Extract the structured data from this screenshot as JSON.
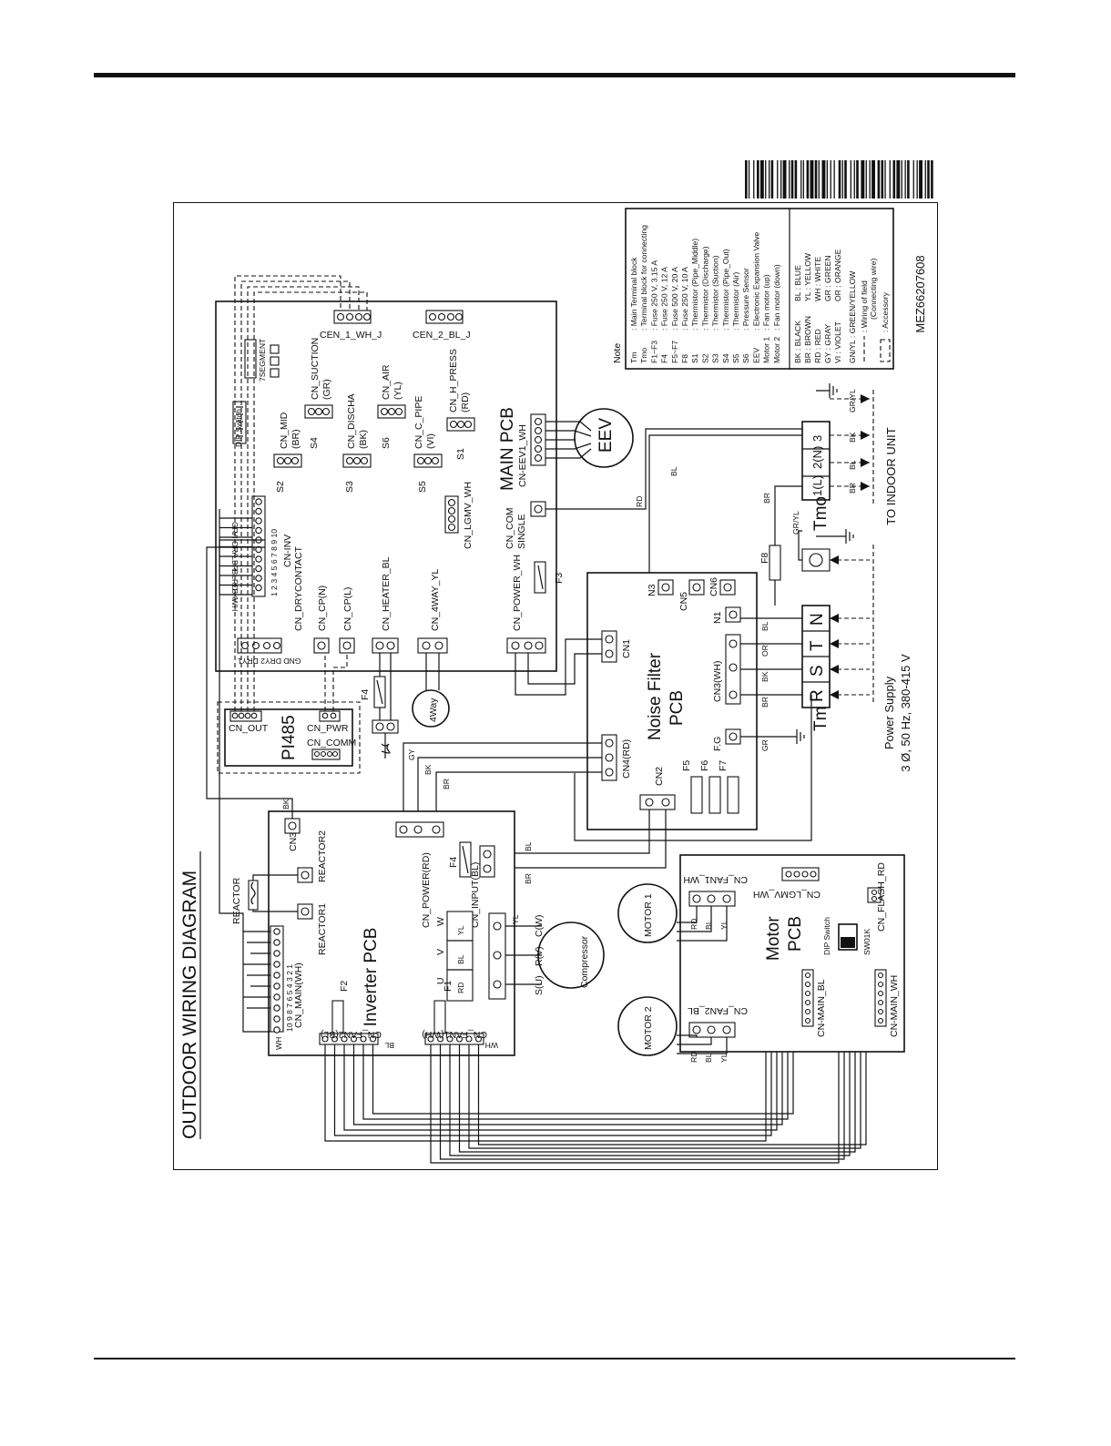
{
  "page": {
    "title": "OUTDOOR WIRING DIAGRAM",
    "part_number": "MEZ66207608"
  },
  "boards": {
    "main_pcb": "MAIN PCB",
    "noise_filter": [
      "Noise Filter",
      "PCB"
    ],
    "inverter": "Inverter PCB",
    "motor": [
      "Motor",
      "PCB"
    ],
    "pi485": "PI485"
  },
  "main_pcb_connectors": {
    "cen1": "CEN_1_WH_J",
    "cen2": "CEN_2_BL_J",
    "seven_segment": "7SEGMENT",
    "dip_switch": "DIP Switch",
    "cn_mid": [
      "CN_MID",
      "(BR)"
    ],
    "cn_suction": [
      "CN_SUCTION",
      "(GR)"
    ],
    "cn_discha": [
      "CN_DISCHA",
      "(BK)"
    ],
    "cn_air": [
      "CN_AIR",
      "(YL)"
    ],
    "cn_c_pipe": [
      "CN_C_PIPE",
      "(VI)"
    ],
    "cn_h_press": [
      "CN_H_PRESS",
      "(RD)"
    ],
    "cn_eev1": "CN-EEV1_WH",
    "cn_lgmv": "CN_LGMV_WH",
    "cn_com": [
      "CN_COM",
      "SINGLE"
    ],
    "cn_inv": "CN-INV",
    "cn_drycontact": "CN_DRYCONTACT",
    "cn_cpn": "CN_CP(N)",
    "cn_cpl": "CN_CP(L)",
    "cn_heater": "CN_HEATER_BL",
    "cn_4way": "CN_4WAY_YL",
    "cn_power": "CN_POWER_WH",
    "dry_pins": "GND DRY2 DRY1",
    "inv_pins": "1 2 3 4 5 6 7 8 9 10",
    "inv_wires": [
      "WH",
      "BK",
      "RD",
      "BL",
      "BR",
      "YL",
      "OR",
      "VI",
      "GR"
    ]
  },
  "sensors": {
    "s1": "S1",
    "s2": "S2",
    "s3": "S3",
    "s4": "S4",
    "s5": "S5",
    "s6": "S6"
  },
  "components": {
    "eev": "EEV",
    "fourway": "4Way",
    "f3": "F3",
    "f4": "F4",
    "f4_inv": "F4",
    "f8": "F8",
    "f5": "F5",
    "f6": "F6",
    "f7": "F7",
    "reactor": "REACTOR",
    "compressor": "Compressor",
    "motor1": "MOTOR 1",
    "motor2": "MOTOR 2"
  },
  "noise_filter_connectors": {
    "cn1": "CN1",
    "cn2": "CN2",
    "cn3": "CN3(WH)",
    "cn4": "CN4(RD)",
    "cn5": "CN5",
    "cn6": "CN6",
    "n1": "N1",
    "n3": "N3",
    "fg": "F.G"
  },
  "pi485_connectors": {
    "out": "CN_OUT",
    "pwr": "CN_PWR",
    "comm": "CN_COMM"
  },
  "inverter_connectors": {
    "cn3": "CN3",
    "reactor1": "REACTOR1",
    "reactor2": "REACTOR2",
    "cn_main": "CN_MAIN(WH)",
    "main_pins": "10 9 8 7 6 5 4 3 2 1",
    "cn_power": "CN_POWER(RD)",
    "cn_input": "CN_INPUT(BL)",
    "f1": "F1",
    "f2": "F2",
    "cn_fan1": "CN_FAN1(WH)",
    "cn_fan2": "CN_FAN2(BL)",
    "uvw": [
      "U",
      "V",
      "W"
    ],
    "uvw_wires": [
      "RD",
      "BL",
      "YL"
    ],
    "comp_terms": [
      "S(U)",
      "R(V)",
      "C(W)"
    ],
    "wh": "WH",
    "bl": "BL"
  },
  "motor_connectors": {
    "fan1": "CN_FAN1_WH",
    "fan2": "CN_FAN2_BL",
    "lgmv": "CN_LGMV_WH",
    "flash": "CN_FLASH_RD",
    "dip": "DIP Switch",
    "sw01k": "SW01K",
    "main_bl": "CN-MAIN_BL",
    "main_wh": "CN-MAIN_WH",
    "wires": [
      "RD",
      "BL",
      "YL"
    ]
  },
  "terminals": {
    "tm": "Tm",
    "tmo": "Tmo",
    "tm_cells": [
      "R",
      "S",
      "T",
      "N"
    ],
    "tmo_cells": [
      "1(L)",
      "2(N)",
      "3"
    ],
    "power_supply": [
      "Power Supply",
      "3 Ø, 50 Hz, 380-415 V"
    ],
    "to_indoor": "TO INDOOR UNIT",
    "tm_wires": [
      "BR",
      "BK",
      "OR",
      "BL"
    ],
    "tmo_wires": [
      "BR",
      "BL",
      "BK",
      "GR/YL"
    ]
  },
  "wire_labels": {
    "rd": "RD",
    "bl": "BL",
    "br": "BR",
    "bk": "BK",
    "gy": "GY",
    "gr": "GR",
    "gryl": "GR/YL",
    "yl": "YL"
  },
  "notes": {
    "heading": "Note",
    "items": [
      {
        "code": "Tm",
        "desc": ": Main Terminal block"
      },
      {
        "code": "Tmo",
        "desc": ": Terminal block for connecting"
      },
      {
        "code": "F1~F3",
        "desc": ": Fuse 250 V, 3.15 A"
      },
      {
        "code": "F4",
        "desc": ": Fuse 250 V, 12 A"
      },
      {
        "code": "F5~F7",
        "desc": ": Fuse 500 V, 20 A"
      },
      {
        "code": "F8",
        "desc": ": Fuse 250 V, 10 A"
      },
      {
        "code": "S1",
        "desc": ": Thermistor (Pipe_Middle)"
      },
      {
        "code": "S2",
        "desc": ": Thermistor (Discharge)"
      },
      {
        "code": "S3",
        "desc": ": Thermistor (Suction)"
      },
      {
        "code": "S4",
        "desc": ": Thermistor (Pipe_Out)"
      },
      {
        "code": "S5",
        "desc": ": Thermistor (Air)"
      },
      {
        "code": "S6",
        "desc": ": Pressure Sensor"
      },
      {
        "code": "EEV",
        "desc": ": Electronic Expansion Valve"
      },
      {
        "code": "Motor 1",
        "desc": ": Fan motor (up)"
      },
      {
        "code": "Motor 2",
        "desc": ": Fan motor (down)"
      }
    ],
    "colors": [
      [
        "BK : BLACK",
        "BL : BLUE"
      ],
      [
        "BR : BROWN",
        "YL : YELLOW"
      ],
      [
        "RD : RED",
        "WH : WHITE"
      ],
      [
        "GY : GRAY",
        "GR : GREEN"
      ],
      [
        "VI : VIOLET",
        "OR : ORANGE"
      ]
    ],
    "gnyl": "GN/YL : GREEN/YELLOW",
    "field": ": Wiring of field",
    "field2": "(Connecting wire)",
    "accessory": ": Accessory"
  }
}
